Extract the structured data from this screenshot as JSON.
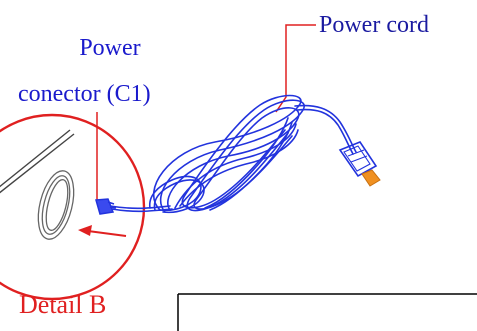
{
  "labels": {
    "power_cord": "Power cord",
    "power_connector_line1": "Power",
    "power_connector_line2": "conector (C1)",
    "detail": "Detail B"
  },
  "colors": {
    "cord_blue": "#2233dd",
    "cord_label_text": "#1a1aa0",
    "connector_label_text": "#1a1acc",
    "callout_red": "#e02020",
    "detail_label_text": "#e02020",
    "plug_tip_orange": "#f09020",
    "outline_gray": "#555555",
    "frame_black": "#000000"
  }
}
